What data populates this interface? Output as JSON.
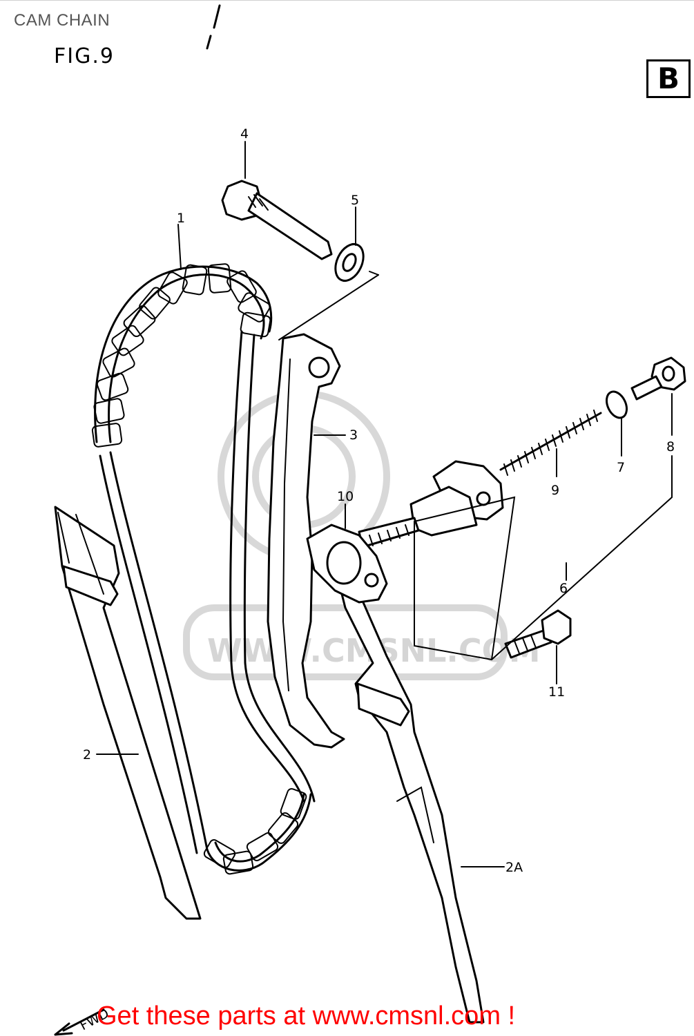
{
  "header": {
    "title": "CAM CHAIN",
    "figure": "FIG.9",
    "section_badge": "B"
  },
  "callouts": {
    "part_1": "1",
    "part_2": "2",
    "part_2a": "2A",
    "part_3": "3",
    "part_4": "4",
    "part_5": "5",
    "part_6": "6",
    "part_7": "7",
    "part_8": "8",
    "part_9": "9",
    "part_10": "10",
    "part_11": "11"
  },
  "direction_marker": "FWD",
  "watermark": "WWW.CMSNL.COM",
  "footer": {
    "promo": "Get these parts at www.cmsnl.com !"
  }
}
